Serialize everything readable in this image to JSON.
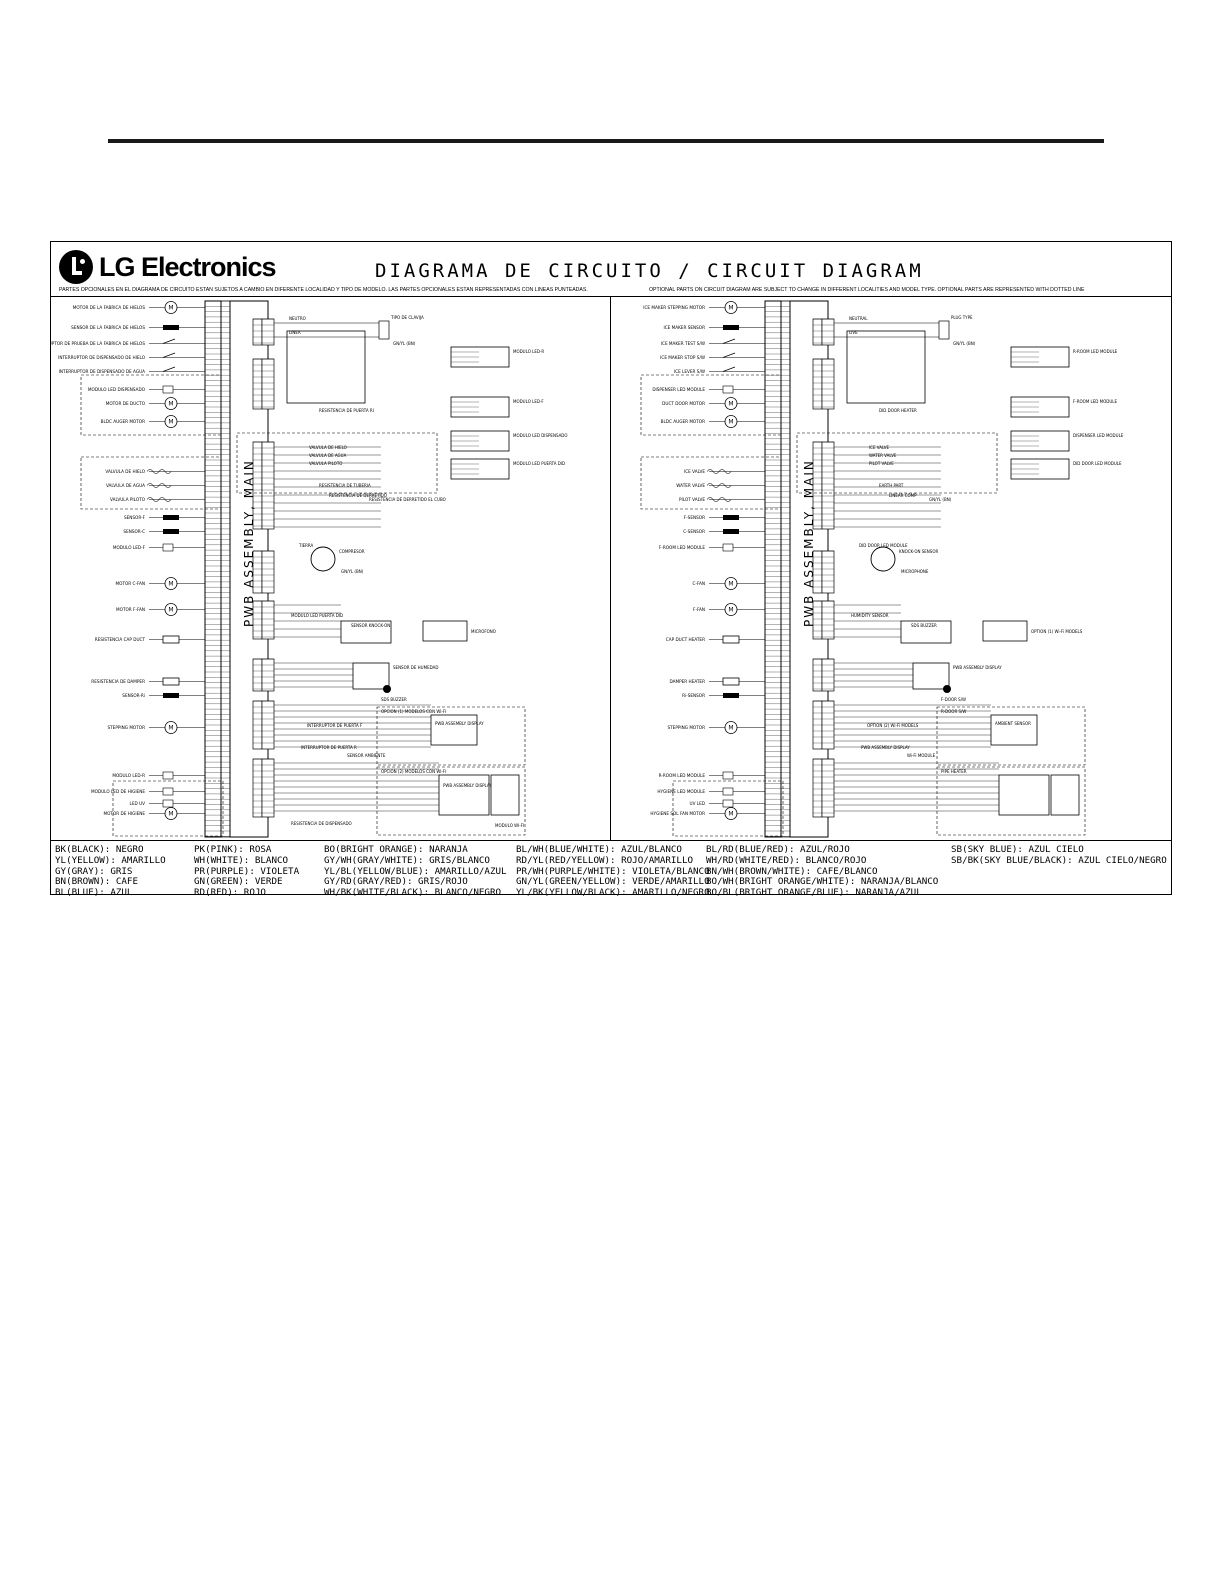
{
  "header": {
    "logo_text": "LG Electronics",
    "title": "DIAGRAMA DE CIRCUITO / CIRCUIT DIAGRAM",
    "note_es": "PARTES OPCIONALES EN EL DIAGRAMA DE CIRCUITO ESTAN SUJETOS A CAMBIO EN DIFERENTE LOCALIDAD Y TIPO DE MODELO. LAS PARTES OPCIONALES ESTAN REPRESENTADAS CON LINEAS PUNTEADAS.",
    "note_en": "OPTIONAL PARTS ON CIRCUIT DIAGRAM ARE SUBJECT TO CHANGE IN DIFFERENT LOCALITIES AND MODEL TYPE. OPTIONAL PARTS ARE REPRESENTED WITH DOTTED LINE"
  },
  "diagram_es": {
    "pwb_label": "PWB ASSEMBLY, MAIN",
    "left_labels": [
      "MOTOR DE LA FABRICA DE HIELOS",
      "SENSOR DE LA FABRICA DE HIELOS",
      "INTERRUPTOR DE PRUEBA DE LA FABRICA DE HIELOS",
      "INTERRUPTOR DE DISPENSADO DE HIELO",
      "INTERRUPTOR DE DISPENSADO DE AGUA",
      "MODULO LED DISPENSADO",
      "MOTOR DE DUCTO",
      "BLDC AUGER MOTOR",
      "VALVULA DE HIELO",
      "VALVULA DE AGUA",
      "VALVULA PILOTO",
      "SENSOR-F",
      "SENSOR-C",
      "MODULO LED-F",
      "MOTOR C-FAN",
      "MOTOR F-FAN",
      "RESISTENCIA CAP DUCT",
      "RESISTENCIA DE DAMPER",
      "SENSOR-Ri",
      "STEPPING MOTOR",
      "MODULO LED-R",
      "MODULO LED DE HIGIENE",
      "LED UV",
      "MOTOR DE HIGIENE"
    ],
    "right_labels": [
      "NEUTRO",
      "LINEA",
      "TIPO DE CLAVIJA",
      "GN/YL (BN)",
      "RESISTENCIA DE PUERTA RI",
      "MODULO LED-R",
      "MODULO LED-F",
      "MODULO LED DISPENSADO",
      "MODULO LED PUERTA DID",
      "VALVULA DE HIELO",
      "VALVULA DE AGUA",
      "VALVULA PILOTO",
      "RESISTENCIA DE TUBERIA",
      "RESISTENCIA DE DERRETIDO",
      "RESISTENCIA DE DERRETIDO EL CUBO",
      "TIERRA",
      "COMPRESOR",
      "GN/YL (BN)",
      "MODULO LED PUERTA DID",
      "SENSOR KNOCK-ON",
      "MICROFONO",
      "SENSOR DE HUMEDAD",
      "SDS BUZZER",
      "OPCION (1) MODELOS CON WI-FI",
      "PWB ASSEMBLY DISPLAY",
      "INTERRUPTOR DE PUERTA F",
      "INTERRUPTOR DE PUERTA R",
      "SENSOR AMBIENTE",
      "OPCION (2) MODELOS CON WI-FI",
      "PWB ASSEMBLY DISPLAY",
      "MODULO WI-FI",
      "RESISTENCIA DE DISPENSADO"
    ]
  },
  "diagram_en": {
    "pwb_label": "PWB ASSEMBLY, MAIN",
    "left_labels": [
      "ICE MAKER STEPPING MOTOR",
      "ICE MAKER SENSOR",
      "ICE MAKER TEST S/W",
      "ICE MAKER STOP S/W",
      "ICE LEVER S/W",
      "DISPENSER LED MODULE",
      "DUCT DOOR MOTOR",
      "BLDC AUGER MOTOR",
      "ICE VALVE",
      "WATER VALVE",
      "PILOT VALVE",
      "F-SENSOR",
      "C-SENSOR",
      "F-ROOM LED MODULE",
      "C-FAN",
      "F-FAN",
      "CAP DUCT HEATER",
      "DAMPER HEATER",
      "Ri-SENSOR",
      "STEPPING MOTOR",
      "R-ROOM LED MODULE",
      "HYGIENE LED MODULE",
      "UV LED",
      "HYGIENE SOL FAN MOTOR"
    ],
    "right_labels": [
      "NEUTRAL",
      "LIVE",
      "PLUG TYPE",
      "GN/YL (BN)",
      "DID DOOR HEATER",
      "R-ROOM LED MODULE",
      "F-ROOM LED MODULE",
      "DISPENSER LED MODULE",
      "DID DOOR LED MODULE",
      "ICE VALVE",
      "WATER VALVE",
      "PILOT VALVE",
      "EARTH PART",
      "LINEAR COMP",
      "GN/YL (BN)",
      "DID DOOR LED MODULE",
      "KNOCK-ON SENSOR",
      "MICROPHONE",
      "HUMIDITY SENSOR",
      "SDS BUZZER",
      "OPTION (1) Wi-Fi MODELS",
      "PWB ASSEMBLY DISPLAY",
      "F-DOOR S/W",
      "R-DOOR S/W",
      "AMBIENT SENSOR",
      "OPTION (2) Wi-Fi MODELS",
      "PWB ASSEMBLY DISPLAY",
      "Wi-Fi MODULE",
      "PIPE HEATER"
    ]
  },
  "legend": {
    "columns": [
      [
        "BK(BLACK): NEGRO",
        "YL(YELLOW): AMARILLO",
        "GY(GRAY): GRIS",
        "BN(BROWN): CAFE",
        "BL(BLUE): AZUL"
      ],
      [
        "PK(PINK): ROSA",
        "WH(WHITE): BLANCO",
        "PR(PURPLE): VIOLETA",
        "GN(GREEN): VERDE",
        "RD(RED): ROJO"
      ],
      [
        "BO(BRIGHT ORANGE): NARANJA",
        "GY/WH(GRAY/WHITE): GRIS/BLANCO",
        "YL/BL(YELLOW/BLUE): AMARILLO/AZUL",
        "GY/RD(GRAY/RED): GRIS/ROJO",
        "WH/BK(WHITE/BLACK): BLANCO/NEGRO"
      ],
      [
        "BL/WH(BLUE/WHITE): AZUL/BLANCO",
        "RD/YL(RED/YELLOW): ROJO/AMARILLO",
        "PR/WH(PURPLE/WHITE): VIOLETA/BLANCO",
        "GN/YL(GREEN/YELLOW): VERDE/AMARILLO",
        "YL/BK(YELLOW/BLACK): AMARILLO/NEGRO"
      ],
      [
        "BL/RD(BLUE/RED): AZUL/ROJO",
        "WH/RD(WHITE/RED): BLANCO/ROJO",
        "BN/WH(BROWN/WHITE): CAFE/BLANCO",
        "BO/WH(BRIGHT ORANGE/WHITE): NARANJA/BLANCO",
        "BO/BL(BRIGHT ORANGE/BLUE): NARANJA/AZUL"
      ],
      [
        "SB(SKY BLUE): AZUL CIELO",
        "SB/BK(SKY BLUE/BLACK): AZUL CIELO/NEGRO"
      ]
    ]
  }
}
